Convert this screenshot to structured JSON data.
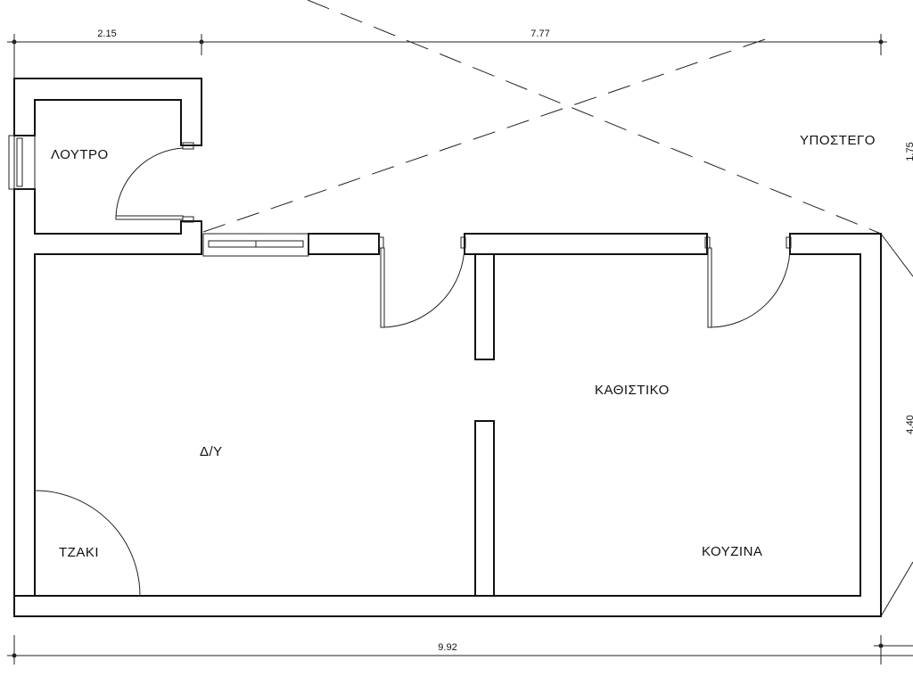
{
  "rooms": {
    "bathroom": "ΛΟΥΤΡΟ",
    "shelter": "ΥΠΟΣΤΕΓΟ",
    "living_room": "ΚΑΘΙΣΤΙΚΟ",
    "dining": "Δ/Υ",
    "fireplace": "ΤΖΑΚΙ",
    "kitchen": "ΚΟΥΖΙΝΑ"
  },
  "dimensions": {
    "top_left": "2.15",
    "top_right": "7.77",
    "bottom": "9.92",
    "right_upper": "1.75",
    "right_lower": "4.40"
  }
}
